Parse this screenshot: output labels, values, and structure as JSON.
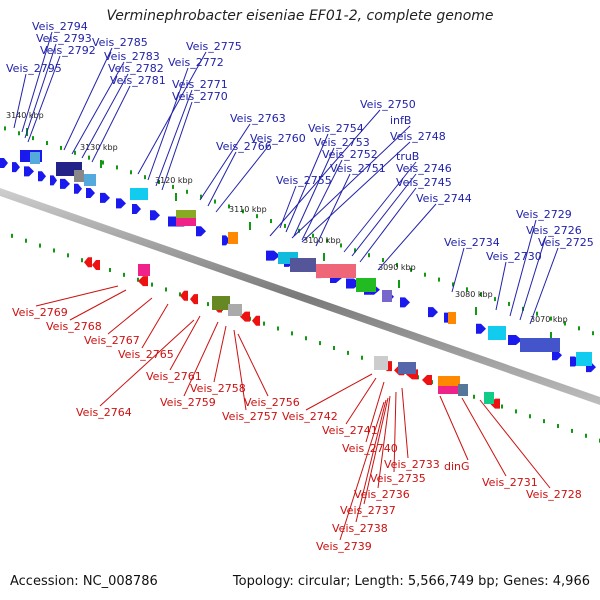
{
  "title": "Verminephrobacter eiseniae EF01-2, complete genome",
  "accession_text": "Accession: NC_008786",
  "summary_text": "Topology: circular; Length: 5,566,749 bp; Genes: 4,966",
  "kbp_ticks": [
    "3140 kbp",
    "3130 kbp",
    "3120 kbp",
    "3110 kbp",
    "3100 kbp",
    "3090 kbp",
    "3080 kbp",
    "3070 kbp"
  ],
  "top_labels": [
    "Veis_2794",
    "Veis_2793",
    "Veis_2792",
    "Veis_2795",
    "Veis_2785",
    "Veis_2783",
    "Veis_2782",
    "Veis_2781",
    "Veis_2775",
    "Veis_2772",
    "Veis_2771",
    "Veis_2770",
    "Veis_2763",
    "Veis_2766",
    "Veis_2760",
    "Veis_2750",
    "infB",
    "Veis_2748",
    "Veis_2754",
    "Veis_2753",
    "Veis_2752",
    "Veis_2751",
    "Veis_2755",
    "truB",
    "Veis_2746",
    "Veis_2745",
    "Veis_2744",
    "Veis_2734",
    "Veis_2730",
    "Veis_2729",
    "Veis_2726",
    "Veis_2725"
  ],
  "bottom_labels": [
    "Veis_2769",
    "Veis_2768",
    "Veis_2767",
    "Veis_2765",
    "Veis_2761",
    "Veis_2764",
    "Veis_2759",
    "Veis_2758",
    "Veis_2757",
    "Veis_2756",
    "Veis_2742",
    "Veis_2741",
    "Veis_2740",
    "Veis_2733",
    "Veis_2735",
    "Veis_2736",
    "Veis_2737",
    "Veis_2738",
    "Veis_2739",
    "dinG",
    "Veis_2731",
    "Veis_2728"
  ],
  "colors": {
    "forward_gene": "#1a1aee",
    "reverse_gene": "#ee1111",
    "top_label": "#2222aa",
    "bottom_label": "#cc1111",
    "backbone": "#888888",
    "tick": "#119911"
  }
}
